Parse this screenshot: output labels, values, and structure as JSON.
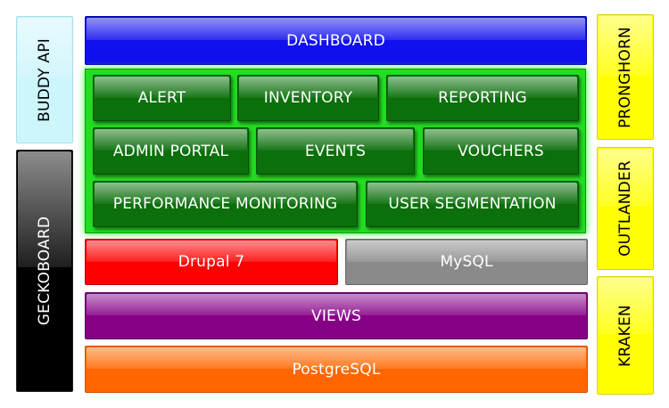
{
  "top": {
    "dashboard": "DASHBOARD"
  },
  "modules": {
    "alert": "ALERT",
    "inventory": "INVENTORY",
    "reporting": "REPORTING",
    "admin_portal": "ADMIN PORTAL",
    "events": "EVENTS",
    "vouchers": "VOUCHERS",
    "performance_monitoring": "PERFORMANCE MONITORING",
    "user_segmentation": "USER SEGMENTATION"
  },
  "stack": {
    "drupal": "Drupal 7",
    "mysql": "MySQL",
    "views": "VIEWS",
    "postgres": "PostgreSQL"
  },
  "left": {
    "buddy_api": "BUDDY API",
    "geckoboard": "GECKOBOARD"
  },
  "right": {
    "pronghorn": "PRONGHORN",
    "outlander": "OUTLANDER",
    "kraken": "KRAKEN"
  },
  "colors": {
    "dashboard": "#1010ee",
    "modules_container": "#22dd22",
    "module": "#0b6f0b",
    "drupal": "#ff0000",
    "mysql": "#8a8a8a",
    "views": "#860086",
    "postgres": "#ff6600",
    "buddy_api": "#ccf5fc",
    "geckoboard": "#000000",
    "side_services": "#ffff00"
  }
}
